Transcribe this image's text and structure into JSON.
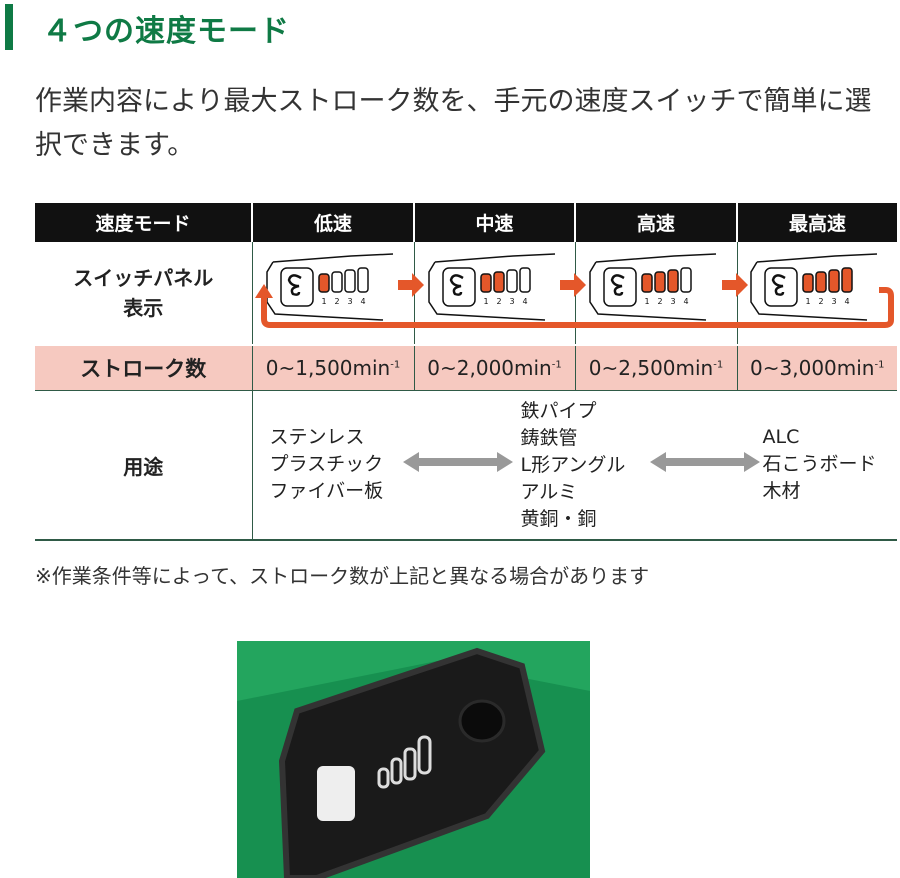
{
  "title": "４つの速度モード",
  "lead": "作業内容により最大ストローク数を、手元の速度スイッチで簡単に選択できます。",
  "table": {
    "headers": [
      "速度モード",
      "低速",
      "中速",
      "高速",
      "最高速"
    ],
    "panel_label": "スイッチパネル表示",
    "panel_levels": [
      1,
      2,
      3,
      4
    ],
    "level_numbers": [
      "1",
      "2",
      "3",
      "4"
    ],
    "stroke_label": "ストローク数",
    "strokes": [
      "0~1,500min",
      "0~2,000min",
      "0~2,500min",
      "0~3,000min"
    ],
    "stroke_unit_sup": "-1",
    "use_label": "用途",
    "use_groups": [
      [
        "ステンレス",
        "プラスチック",
        "ファイバー板"
      ],
      [
        "鉄パイプ",
        "鋳鉄管",
        "L形アングル",
        "アルミ",
        "黄銅・銅"
      ],
      [
        "ALC",
        "石こうボード",
        "木材"
      ]
    ]
  },
  "note": "※作業条件等によって、ストローク数が上記と異なる場合があります",
  "colors": {
    "green": "#0f7a45",
    "orange": "#e4572a",
    "pink": "#f6c9c0"
  }
}
